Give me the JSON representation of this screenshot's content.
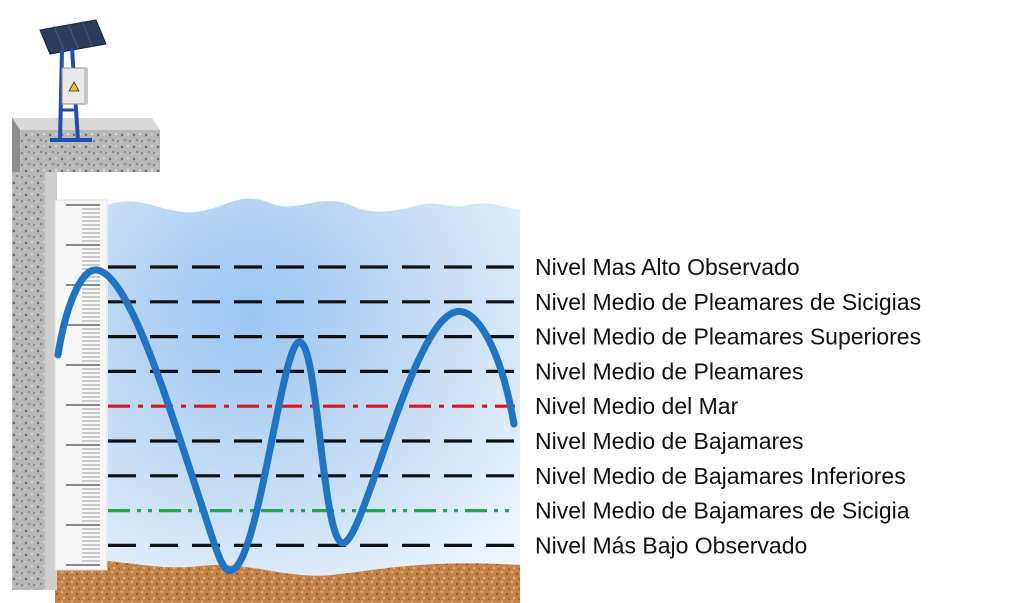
{
  "levels": [
    {
      "label": "Nivel Mas Alto Observado",
      "style": "dashed",
      "color": "#111111"
    },
    {
      "label": "Nivel Medio de Pleamares de Sicigias",
      "style": "dashed",
      "color": "#111111"
    },
    {
      "label": "Nivel Medio de Pleamares Superiores",
      "style": "dashed",
      "color": "#111111"
    },
    {
      "label": "Nivel Medio de Pleamares",
      "style": "dashed",
      "color": "#111111"
    },
    {
      "label": "Nivel Medio del Mar",
      "style": "dash-dot",
      "color": "#e0141b"
    },
    {
      "label": "Nivel Medio de Bajamares",
      "style": "dashed",
      "color": "#111111"
    },
    {
      "label": "Nivel Medio de Bajamares Inferiores",
      "style": "dashed",
      "color": "#111111"
    },
    {
      "label": "Nivel Medio de Bajamares de Sicigia",
      "style": "dash-dot-dot",
      "color": "#1fa84a"
    },
    {
      "label": "Nivel Más Bajo Observado",
      "style": "dashed",
      "color": "#111111"
    }
  ],
  "colors": {
    "tide_curve": "#1f74c4",
    "water": "#b9d6f4",
    "sediment": "#c8874e",
    "pillar": "#9a9a9a",
    "mast": "#1f4fa8"
  },
  "icons": {
    "solar_panel": "solar-panel-icon",
    "equipment_box": "equipment-box-icon",
    "warning": "warning-icon"
  }
}
